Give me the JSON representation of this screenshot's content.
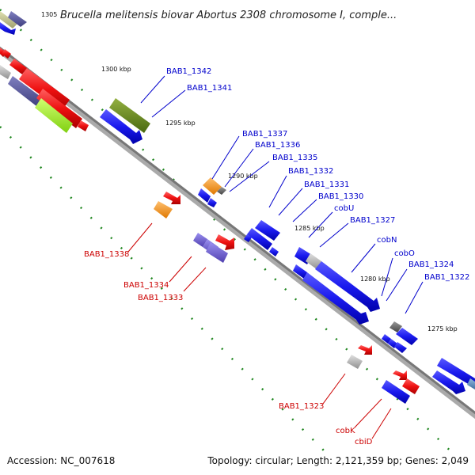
{
  "title": "Brucella melitensis biovar Abortus 2308 chromosome I, comple...",
  "footer": {
    "accession": "Accession: NC_007618",
    "topology": "Topology: circular; Length: 2,121,359 bp; Genes: 2,049"
  },
  "ticks": [
    {
      "label": "1305"
    },
    {
      "label": "1300 kbp"
    },
    {
      "label": "1295 kbp"
    },
    {
      "label": "1290 kbp"
    },
    {
      "label": "1285 kbp"
    },
    {
      "label": "1280 kbp"
    },
    {
      "label": "1275 kbp"
    }
  ],
  "gene_labels": {
    "forward": [
      {
        "label": "BAB1_1342"
      },
      {
        "label": "BAB1_1341"
      },
      {
        "label": "BAB1_1337"
      },
      {
        "label": "BAB1_1336"
      },
      {
        "label": "BAB1_1335"
      },
      {
        "label": "BAB1_1332"
      },
      {
        "label": "BAB1_1331"
      },
      {
        "label": "BAB1_1330"
      },
      {
        "label": "cobU"
      },
      {
        "label": "BAB1_1327"
      },
      {
        "label": "cobN"
      },
      {
        "label": "cobO"
      },
      {
        "label": "BAB1_1324"
      },
      {
        "label": "BAB1_1322"
      }
    ],
    "reverse": [
      {
        "label": "BAB1_1338"
      },
      {
        "label": "BAB1_1334"
      },
      {
        "label": "BAB1_1333"
      },
      {
        "label": "BAB1_1323"
      },
      {
        "label": "cobK"
      },
      {
        "label": "cbiD"
      }
    ]
  },
  "colors": {
    "backbone": "#888888",
    "tick_dot": "#228822",
    "forward_label": "#0000cc",
    "reverse_label": "#cc0000",
    "gene_blue": "#1a1aee",
    "gene_red": "#ee1111",
    "gene_orange": "#f58a10",
    "gene_olive": "#6b8a22",
    "gene_lime": "#a6f02a",
    "gene_purple": "#6a5acd",
    "gene_slate": "#5a5a9a",
    "gene_grey": "#aaaaaa"
  }
}
